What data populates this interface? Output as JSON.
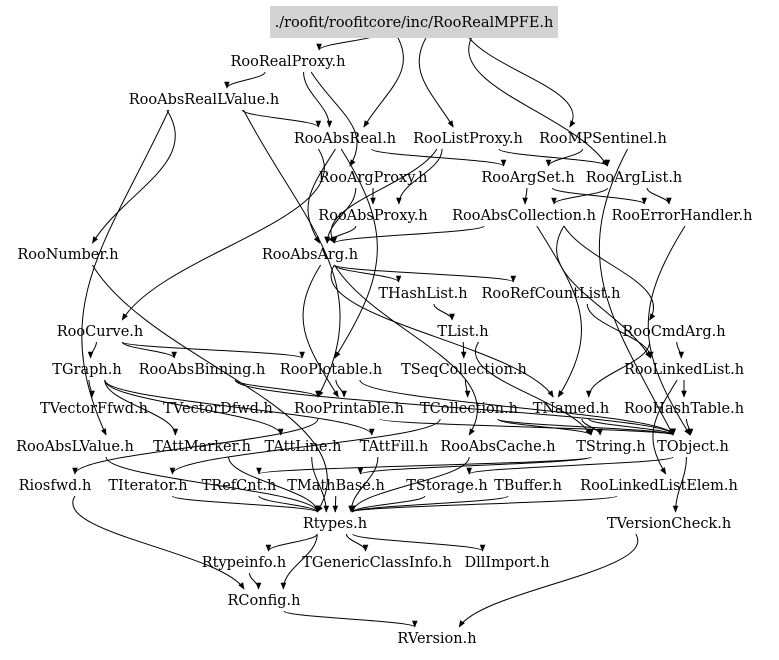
{
  "diagram": {
    "title": "Include dependency graph for RooRealMPFE.h",
    "colors": {
      "root_fill": "#d3d3d3",
      "edge": "#000000",
      "text": "#000000",
      "background": "#ffffff"
    },
    "root": {
      "id": "root",
      "label": "./roofit/roofitcore/inc/RooRealMPFE.h"
    },
    "nodes": [
      {
        "id": "RooRealProxy",
        "label": "RooRealProxy.h"
      },
      {
        "id": "RooAbsRealLValue",
        "label": "RooAbsRealLValue.h"
      },
      {
        "id": "RooAbsReal",
        "label": "RooAbsReal.h"
      },
      {
        "id": "RooListProxy",
        "label": "RooListProxy.h"
      },
      {
        "id": "RooMPSentinel",
        "label": "RooMPSentinel.h"
      },
      {
        "id": "RooArgProxy",
        "label": "RooArgProxy.h"
      },
      {
        "id": "RooArgSet",
        "label": "RooArgSet.h"
      },
      {
        "id": "RooArgList",
        "label": "RooArgList.h"
      },
      {
        "id": "RooAbsProxy",
        "label": "RooAbsProxy.h"
      },
      {
        "id": "RooAbsCollection",
        "label": "RooAbsCollection.h"
      },
      {
        "id": "RooErrorHandler",
        "label": "RooErrorHandler.h"
      },
      {
        "id": "RooNumber",
        "label": "RooNumber.h"
      },
      {
        "id": "RooAbsArg",
        "label": "RooAbsArg.h"
      },
      {
        "id": "THashList",
        "label": "THashList.h"
      },
      {
        "id": "RooRefCountList",
        "label": "RooRefCountList.h"
      },
      {
        "id": "TList",
        "label": "TList.h"
      },
      {
        "id": "RooCurve",
        "label": "RooCurve.h"
      },
      {
        "id": "RooCmdArg",
        "label": "RooCmdArg.h"
      },
      {
        "id": "TGraph",
        "label": "TGraph.h"
      },
      {
        "id": "RooAbsBinning",
        "label": "RooAbsBinning.h"
      },
      {
        "id": "RooPlotable",
        "label": "RooPlotable.h"
      },
      {
        "id": "TSeqCollection",
        "label": "TSeqCollection.h"
      },
      {
        "id": "RooLinkedList",
        "label": "RooLinkedList.h"
      },
      {
        "id": "TVectorFfwd",
        "label": "TVectorFfwd.h"
      },
      {
        "id": "TVectorDfwd",
        "label": "TVectorDfwd.h"
      },
      {
        "id": "RooPrintable",
        "label": "RooPrintable.h"
      },
      {
        "id": "TCollection",
        "label": "TCollection.h"
      },
      {
        "id": "TNamed",
        "label": "TNamed.h"
      },
      {
        "id": "RooHashTable",
        "label": "RooHashTable.h"
      },
      {
        "id": "RooAbsLValue",
        "label": "RooAbsLValue.h"
      },
      {
        "id": "TAttMarker",
        "label": "TAttMarker.h"
      },
      {
        "id": "TAttLine",
        "label": "TAttLine.h"
      },
      {
        "id": "TAttFill",
        "label": "TAttFill.h"
      },
      {
        "id": "RooAbsCache",
        "label": "RooAbsCache.h"
      },
      {
        "id": "TString",
        "label": "TString.h"
      },
      {
        "id": "TObject",
        "label": "TObject.h"
      },
      {
        "id": "Riosfwd",
        "label": "Riosfwd.h"
      },
      {
        "id": "TIterator",
        "label": "TIterator.h"
      },
      {
        "id": "TRefCnt",
        "label": "TRefCnt.h"
      },
      {
        "id": "TMathBase",
        "label": "TMathBase.h"
      },
      {
        "id": "TStorage",
        "label": "TStorage.h"
      },
      {
        "id": "TBuffer",
        "label": "TBuffer.h"
      },
      {
        "id": "RooLinkedListElem",
        "label": "RooLinkedListElem.h"
      },
      {
        "id": "Rtypes",
        "label": "Rtypes.h"
      },
      {
        "id": "TVersionCheck",
        "label": "TVersionCheck.h"
      },
      {
        "id": "Rtypeinfo",
        "label": "Rtypeinfo.h"
      },
      {
        "id": "TGenericClassInfo",
        "label": "TGenericClassInfo.h"
      },
      {
        "id": "DllImport",
        "label": "DllImport.h"
      },
      {
        "id": "RConfig",
        "label": "RConfig.h"
      },
      {
        "id": "RVersion",
        "label": "RVersion.h"
      }
    ],
    "edges": [
      [
        "root",
        "RooRealProxy"
      ],
      [
        "root",
        "RooMPSentinel"
      ],
      [
        "root",
        "RooArgList"
      ],
      [
        "root",
        "RooAbsReal"
      ],
      [
        "root",
        "RooListProxy"
      ],
      [
        "RooRealProxy",
        "RooAbsRealLValue"
      ],
      [
        "RooRealProxy",
        "RooAbsReal"
      ],
      [
        "RooRealProxy",
        "RooArgProxy"
      ],
      [
        "RooAbsRealLValue",
        "RooAbsReal"
      ],
      [
        "RooAbsRealLValue",
        "RooNumber"
      ],
      [
        "RooAbsRealLValue",
        "RooAbsLValue"
      ],
      [
        "RooAbsRealLValue",
        "RooPrintable"
      ],
      [
        "RooAbsReal",
        "RooAbsArg"
      ],
      [
        "RooAbsReal",
        "RooCurve"
      ],
      [
        "RooAbsReal",
        "RooArgSet"
      ],
      [
        "RooAbsReal",
        "RooPlotable"
      ],
      [
        "RooListProxy",
        "RooAbsProxy"
      ],
      [
        "RooListProxy",
        "RooArgList"
      ],
      [
        "RooListProxy",
        "RooAbsArg"
      ],
      [
        "RooMPSentinel",
        "RooArgSet"
      ],
      [
        "RooMPSentinel",
        "TObject"
      ],
      [
        "RooArgProxy",
        "RooAbsProxy"
      ],
      [
        "RooArgProxy",
        "RooAbsArg"
      ],
      [
        "RooArgSet",
        "RooAbsCollection"
      ],
      [
        "RooArgSet",
        "RooErrorHandler"
      ],
      [
        "RooArgList",
        "RooAbsCollection"
      ],
      [
        "RooArgList",
        "RooErrorHandler"
      ],
      [
        "RooAbsProxy",
        "RooAbsArg"
      ],
      [
        "RooAbsCollection",
        "RooAbsArg"
      ],
      [
        "RooAbsCollection",
        "RooCmdArg"
      ],
      [
        "RooAbsCollection",
        "RooLinkedList"
      ],
      [
        "RooAbsCollection",
        "TNamed"
      ],
      [
        "RooErrorHandler",
        "TObject"
      ],
      [
        "RooNumber",
        "Rtypes"
      ],
      [
        "RooAbsArg",
        "THashList"
      ],
      [
        "RooAbsArg",
        "RooRefCountList"
      ],
      [
        "RooAbsArg",
        "RooPrintable"
      ],
      [
        "RooAbsArg",
        "RooAbsCache"
      ],
      [
        "RooAbsArg",
        "TNamed"
      ],
      [
        "THashList",
        "TList"
      ],
      [
        "RooRefCountList",
        "RooLinkedList"
      ],
      [
        "TList",
        "TSeqCollection"
      ],
      [
        "TList",
        "TString"
      ],
      [
        "RooCurve",
        "TGraph"
      ],
      [
        "RooCurve",
        "RooPlotable"
      ],
      [
        "RooCurve",
        "RooAbsBinning"
      ],
      [
        "RooCmdArg",
        "RooLinkedList"
      ],
      [
        "RooCmdArg",
        "TNamed"
      ],
      [
        "TGraph",
        "TVectorFfwd"
      ],
      [
        "TGraph",
        "TAttLine"
      ],
      [
        "TGraph",
        "TAttFill"
      ],
      [
        "TGraph",
        "TAttMarker"
      ],
      [
        "RooAbsBinning",
        "RooPrintable"
      ],
      [
        "RooAbsBinning",
        "TObject"
      ],
      [
        "RooPlotable",
        "RooPrintable"
      ],
      [
        "RooPlotable",
        "TObject"
      ],
      [
        "TSeqCollection",
        "TCollection"
      ],
      [
        "RooLinkedList",
        "RooHashTable"
      ],
      [
        "RooLinkedList",
        "RooLinkedListElem"
      ],
      [
        "RooPrintable",
        "TObject"
      ],
      [
        "RooPrintable",
        "Riosfwd"
      ],
      [
        "TCollection",
        "TObject"
      ],
      [
        "TCollection",
        "TIterator"
      ],
      [
        "TCollection",
        "TString"
      ],
      [
        "TNamed",
        "TObject"
      ],
      [
        "TNamed",
        "TString"
      ],
      [
        "RooHashTable",
        "TObject"
      ],
      [
        "RooAbsLValue",
        "Rtypes"
      ],
      [
        "TAttMarker",
        "Rtypes"
      ],
      [
        "TAttLine",
        "Rtypes"
      ],
      [
        "TAttFill",
        "Rtypes"
      ],
      [
        "RooAbsCache",
        "Rtypes"
      ],
      [
        "TString",
        "TMathBase"
      ],
      [
        "TString",
        "TRefCnt"
      ],
      [
        "TObject",
        "TStorage"
      ],
      [
        "TObject",
        "TVersionCheck"
      ],
      [
        "Riosfwd",
        "RConfig"
      ],
      [
        "TIterator",
        "Rtypes"
      ],
      [
        "TRefCnt",
        "Rtypes"
      ],
      [
        "TMathBase",
        "Rtypes"
      ],
      [
        "TStorage",
        "Rtypes"
      ],
      [
        "TBuffer",
        "Rtypes"
      ],
      [
        "RooLinkedListElem",
        "Rtypes"
      ],
      [
        "Rtypes",
        "Rtypeinfo"
      ],
      [
        "Rtypes",
        "TGenericClassInfo"
      ],
      [
        "Rtypes",
        "DllImport"
      ],
      [
        "Rtypes",
        "RConfig"
      ],
      [
        "Rtypeinfo",
        "RConfig"
      ],
      [
        "RConfig",
        "RVersion"
      ],
      [
        "TVersionCheck",
        "RVersion"
      ]
    ]
  }
}
